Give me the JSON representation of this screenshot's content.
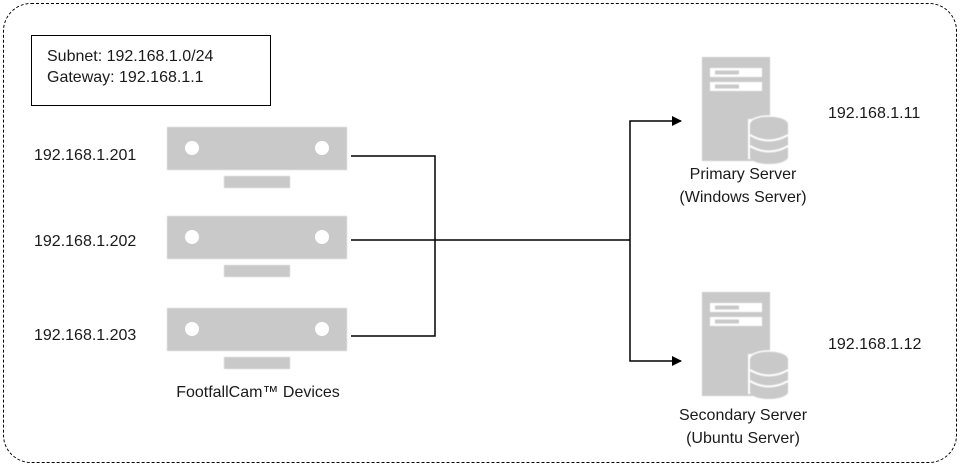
{
  "network": {
    "subnet": "Subnet: 192.168.1.0/24",
    "gateway": "Gateway: 192.168.1.1"
  },
  "devices": {
    "group_label": "FootfallCam™ Devices",
    "items": [
      {
        "ip": "192.168.1.201"
      },
      {
        "ip": "192.168.1.202"
      },
      {
        "ip": "192.168.1.203"
      }
    ]
  },
  "servers": {
    "primary": {
      "name": "Primary Server",
      "os": "(Windows Server)",
      "ip": "192.168.1.11"
    },
    "secondary": {
      "name": "Secondary Server",
      "os": "(Ubuntu Server)",
      "ip": "192.168.1.12"
    }
  },
  "icons": {
    "device": "footfall-camera-icon",
    "server": "server-database-icon"
  },
  "colors": {
    "icon_fill": "#c9c9c9",
    "line": "#000000"
  }
}
